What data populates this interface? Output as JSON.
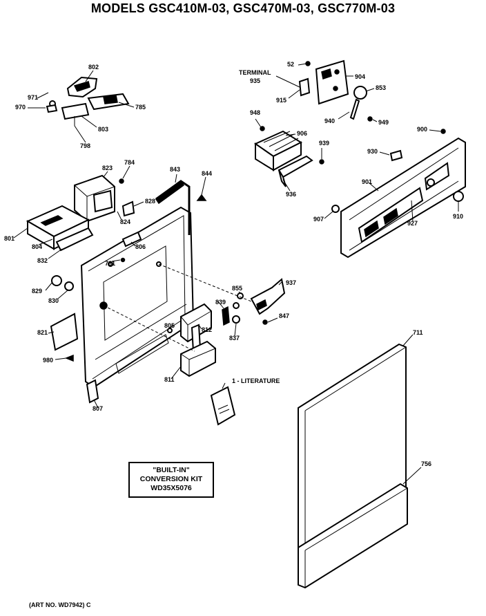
{
  "title": "MODELS GSC410M-03, GSC470M-03, GSC770M-03",
  "art_number": "(ART NO. WD7942) C",
  "kit": {
    "line1": "\"BUILT-IN\"",
    "line2": "CONVERSION KIT",
    "line3": "WD35X5076"
  },
  "labels": {
    "p802": "802",
    "p971": "971",
    "p970": "970",
    "p785": "785",
    "p803": "803",
    "p798": "798",
    "p52": "52",
    "terminal": "TERMINAL",
    "p935": "935",
    "p904": "904",
    "p915": "915",
    "p853": "853",
    "p948": "948",
    "p940": "940",
    "p949": "949",
    "p906": "906",
    "p939": "939",
    "p936": "936",
    "p900": "900",
    "p930": "930",
    "p901": "901",
    "p907": "907",
    "p927": "927",
    "p910": "910",
    "p823": "823",
    "p784": "784",
    "p843": "843",
    "p844": "844",
    "p828": "828",
    "p824": "824",
    "p801": "801",
    "p804": "804",
    "p832": "832",
    "p806": "806",
    "p781": "781",
    "p829": "829",
    "p830": "830",
    "p855": "855",
    "p839": "839",
    "p937": "937",
    "p847": "847",
    "p837": "837",
    "p805": "805",
    "p812": "812",
    "p821": "821",
    "p980": "980",
    "p811": "811",
    "p807": "807",
    "literature": "1 - LITERATURE",
    "p711": "711",
    "p756": "756"
  }
}
